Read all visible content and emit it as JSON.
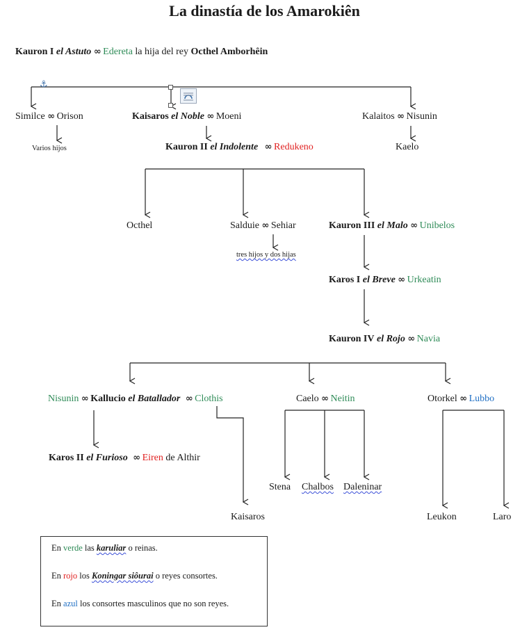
{
  "title": "La dinastía de los Amarokiên",
  "root": {
    "name": "Kauron I",
    "epithet": "el Astuto",
    "spouse": "Edereta",
    "spouse_rest": "la hija del rey",
    "spouse_father": "Octhel Amborhêin"
  },
  "marriage_symbol": "∞",
  "gen1": {
    "simil": {
      "name": "Similce",
      "spouse": "Orison",
      "children": "Varios hijos"
    },
    "kaisaros": {
      "name": "Kaisaros",
      "epithet": "el Noble",
      "spouse": "Moeni"
    },
    "kalaitos": {
      "name": "Kalaitos",
      "spouse": "Nisunin",
      "child": "Kaelo"
    }
  },
  "kauron2": {
    "name": "Kauron II",
    "epithet": "el Indolente",
    "spouse": "Redukeno"
  },
  "gen3": {
    "octhel": "Octhel",
    "salduie": {
      "name": "Salduie",
      "spouse": "Sehiar",
      "children": "tres hijos y dos hijas"
    },
    "kauron3": {
      "name": "Kauron III",
      "epithet": "el Malo",
      "spouse": "Unibelos"
    }
  },
  "karos1": {
    "name": "Karos I",
    "epithet": "el Breve",
    "spouse": "Urkeatin"
  },
  "kauron4": {
    "name": "Kauron IV",
    "epithet": "el Rojo",
    "spouse": "Navia"
  },
  "gen6": {
    "kallucio": {
      "spouse1": "Nisunin",
      "name": "Kallucio",
      "epithet": "el Batallador",
      "spouse2": "Clothis"
    },
    "caelo": {
      "name": "Caelo",
      "spouse": "Neitin"
    },
    "otorkel": {
      "name": "Otorkel",
      "spouse": "Lubbo"
    }
  },
  "karos2": {
    "name": "Karos II",
    "epithet": "el Furioso",
    "spouse": "Eiren",
    "spouse_rest": "de Althir"
  },
  "kaisaros2": "Kaisaros",
  "caelo_children": [
    "Stena",
    "Chalbos",
    "Daleninar"
  ],
  "otorkel_children": [
    "Leukon",
    "Laro"
  ],
  "legend": {
    "l1": {
      "pre": "En",
      "color_word": "verde",
      "mid": "las",
      "term": "karuliar",
      "post": "o reinas."
    },
    "l2": {
      "pre": "En",
      "color_word": "rojo",
      "mid": "los",
      "term": "Koningar siôurai",
      "post": "o reyes consortes."
    },
    "l3": {
      "pre": "En",
      "color_word": "azul",
      "post": "los consortes masculinos que no son reyes."
    }
  },
  "colors": {
    "queen": "#2e8b57",
    "consort_king": "#e02020",
    "male_consort": "#1f6fc4"
  }
}
